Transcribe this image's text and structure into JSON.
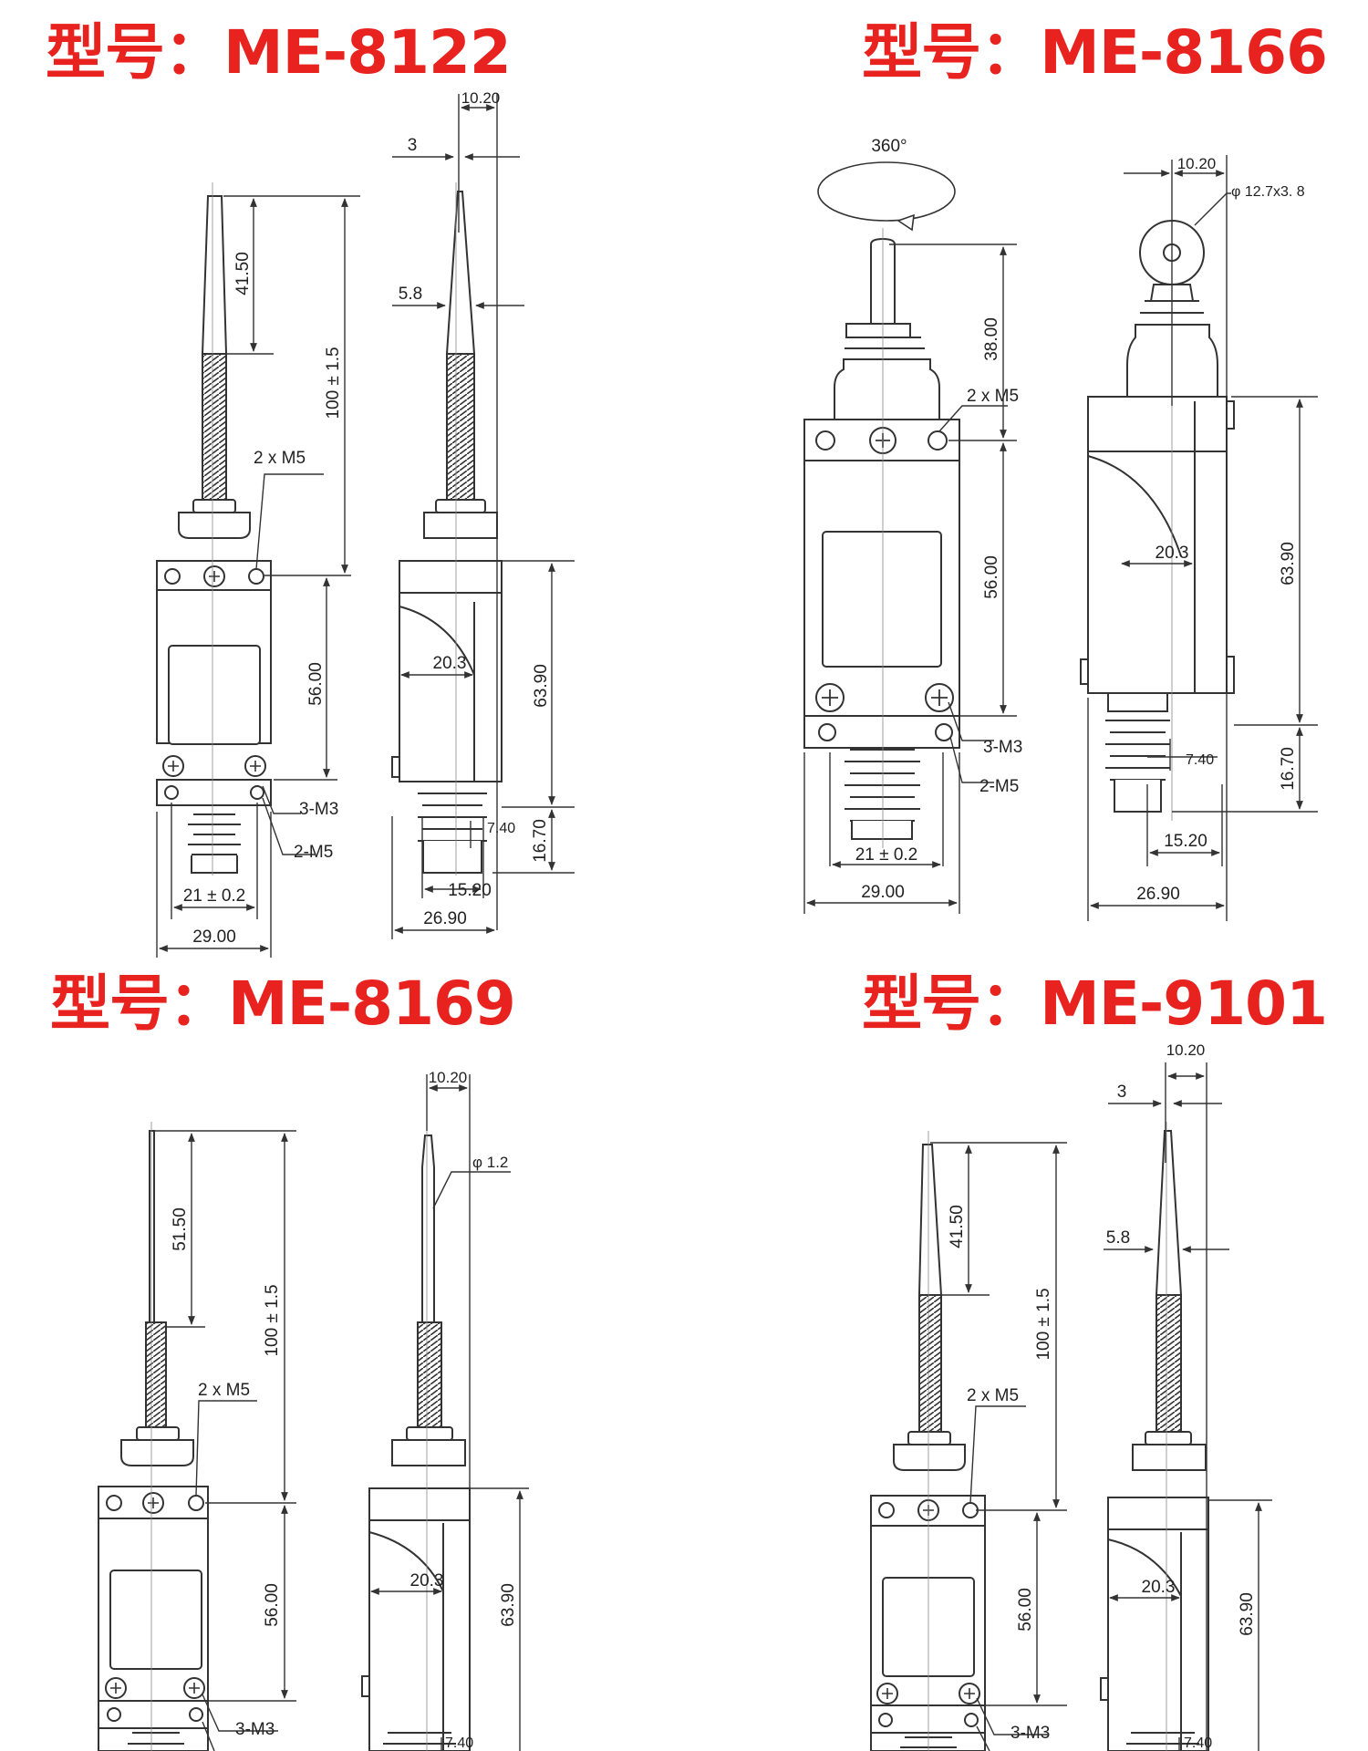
{
  "models": [
    {
      "title": "型号：ME-8122",
      "labels": {
        "w_top": "10.20",
        "d3": "3",
        "d58": "5.8",
        "d4150": "41.50",
        "d100": "100 ± 1.5",
        "m5top": "2 x M5",
        "d56": "56.00",
        "d203": "20.3",
        "d639": "63.90",
        "m3": "3-M3",
        "m5bot": "2-M5",
        "d740": "7.40",
        "d1670": "16.70",
        "d21": "21 ± 0.2",
        "d1520": "15.20",
        "d2690": "26.90",
        "d2900": "29.00"
      }
    },
    {
      "title": "型号：ME-8166",
      "labels": {
        "deg": "360°",
        "w_top": "10.20",
        "roller": "φ 12.7x3. 8",
        "d38": "38.00",
        "m5top": "2 x M5",
        "d56": "56.00",
        "d203": "20.3",
        "d639": "63.90",
        "m3": "3-M3",
        "m5bot": "2-M5",
        "d740": "7.40",
        "d1670": "16.70",
        "d21": "21 ± 0.2",
        "d1520": "15.20",
        "d2900": "29.00",
        "d2690": "26.90"
      }
    },
    {
      "title": "型号：ME-8169",
      "labels": {
        "w_top": "10.20",
        "phi": "φ 1.2",
        "d5150": "51.50",
        "d100": "100 ± 1.5",
        "m5top": "2 x M5",
        "d56": "56.00",
        "d203": "20.3",
        "d639": "63.90",
        "m3": "3-M3",
        "d740": "7.40"
      }
    },
    {
      "title": "型号：ME-9101",
      "labels": {
        "w_top": "10.20",
        "d3": "3",
        "d58": "5.8",
        "d4150": "41.50",
        "d100": "100 ± 1.5",
        "m5top": "2 x M5",
        "d56": "56.00",
        "d203": "20.3",
        "d639": "63.90",
        "m3": "3-M3",
        "d740": "7.40"
      }
    }
  ]
}
